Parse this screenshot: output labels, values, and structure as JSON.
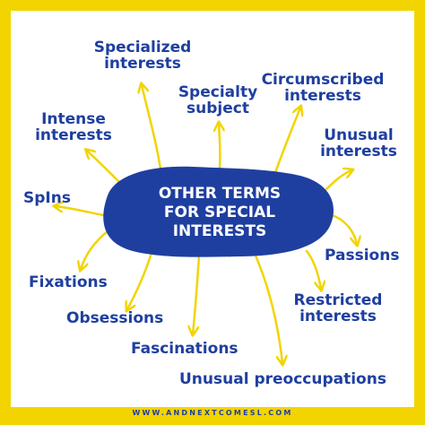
{
  "center": {
    "line1": "OTHER TERMS",
    "line2": "FOR SPECIAL",
    "line3": "INTERESTS"
  },
  "terms": {
    "specialized": [
      "Specialized",
      "interests"
    ],
    "specialty": [
      "Specialty",
      "subject"
    ],
    "circumscribed": [
      "Circumscribed",
      "interests"
    ],
    "intense": [
      "Intense",
      "interests"
    ],
    "unusual_interests": [
      "Unusual",
      "interests"
    ],
    "spins": "SpIns",
    "passions": "Passions",
    "fixations": "Fixations",
    "restricted": [
      "Restricted",
      "interests"
    ],
    "obsessions": "Obsessions",
    "fascinations": "Fascinations",
    "preoccupations": "Unusual preoccupations"
  },
  "footer": "WWW.ANDNEXTCOMESL.COM",
  "colors": {
    "border": "#f2d400",
    "blob": "#1f3fa0",
    "text": "#1f3fa0",
    "arrow": "#f2d400"
  }
}
